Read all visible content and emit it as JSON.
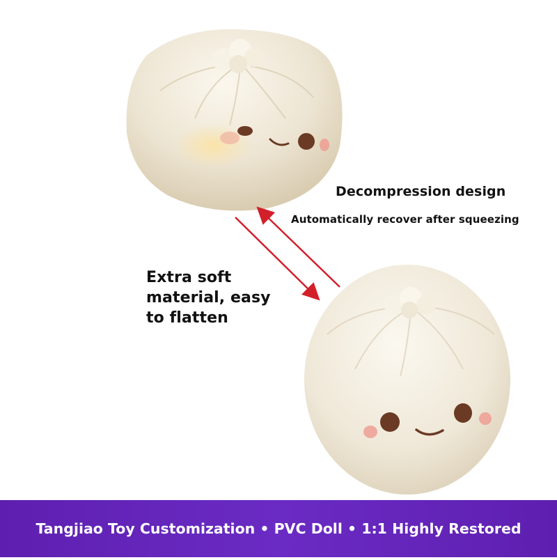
{
  "headline": {
    "title": "Decompression design",
    "subtitle": "Automatically recover after squeezing"
  },
  "feature": {
    "line1": "Extra soft",
    "line2": "material, easy",
    "line3": "to flatten"
  },
  "banner": {
    "text": "Tangjiao Toy Customization • PVC Doll • 1:1 Highly Restored"
  },
  "colors": {
    "banner": "#6a2bc4",
    "arrow": "#d21f2a",
    "bun": "#f1e9d6"
  }
}
